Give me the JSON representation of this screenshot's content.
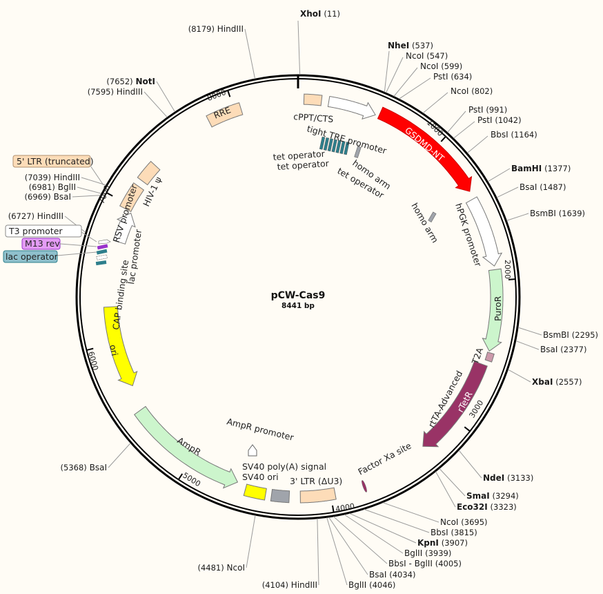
{
  "plasmid": {
    "name": "pCW-Cas9",
    "length_label": "8441 bp",
    "length": 8441
  },
  "ticks": [
    "1000",
    "2000",
    "3000",
    "4000",
    "5000",
    "6000",
    "7000",
    "8000"
  ],
  "features": [
    {
      "name": "cPPT/CTS",
      "start": 40,
      "end": 160,
      "color": "#fddcb8",
      "dir": "none"
    },
    {
      "name": "tight TRE promoter",
      "start": 210,
      "end": 540,
      "color": "#ffffff",
      "dir": "cw"
    },
    {
      "name": "GSDMD-NT",
      "start": 565,
      "end": 1370,
      "color": "#ff0000",
      "dir": "cw"
    },
    {
      "name": "hPGK promoter",
      "start": 1425,
      "end": 1900,
      "color": "#ffffff",
      "dir": "cw"
    },
    {
      "name": "PuroR",
      "start": 1925,
      "end": 2480,
      "color": "#ccf5cc",
      "dir": "cw"
    },
    {
      "name": "T2A",
      "start": 2490,
      "end": 2545,
      "color": "#cc99aa",
      "dir": "none"
    },
    {
      "name": "rtTA-Advanced",
      "start": 2580,
      "end": 3285,
      "color": "#993366",
      "dir": "cw"
    },
    {
      "name": "rTetR",
      "start": 2580,
      "end": 3285,
      "color": "#993366",
      "dir": "cw"
    },
    {
      "name": "Factor Xa site",
      "start": 3750,
      "end": 3770,
      "color": "#993366",
      "dir": "none"
    },
    {
      "name": "3' LTR (ΔU3)",
      "start": 3970,
      "end": 4205,
      "color": "#fddcb8",
      "dir": "none"
    },
    {
      "name": "SV40 poly(A) signal",
      "start": 4280,
      "end": 4400,
      "color": "#a0a4ab",
      "dir": "none"
    },
    {
      "name": "SV40 ori",
      "start": 4440,
      "end": 4580,
      "color": "#ffff00",
      "dir": "none"
    },
    {
      "name": "AmpR promoter",
      "start": 4590,
      "end": 4650,
      "color": "#ffffff",
      "dir": "ccw"
    },
    {
      "name": "AmpR",
      "start": 4645,
      "end": 5495,
      "color": "#ccf5cc",
      "dir": "ccw"
    },
    {
      "name": "ori",
      "start": 5670,
      "end": 6260,
      "color": "#ffff00",
      "dir": "ccw"
    },
    {
      "name": "CAP binding site",
      "start": 6560,
      "end": 6580,
      "color": "#2e7f8c",
      "dir": "none"
    },
    {
      "name": "lac promoter",
      "start": 6585,
      "end": 6615,
      "color": "#ffffff",
      "dir": "ccw"
    },
    {
      "name": "lac operator",
      "start": 6620,
      "end": 6640,
      "color": "#2e7f8c",
      "dir": "none"
    },
    {
      "name": "M13 rev",
      "start": 6645,
      "end": 6665,
      "color": "#9933cc",
      "dir": "none"
    },
    {
      "name": "T3 promoter",
      "start": 6675,
      "end": 6700,
      "color": "#ffffff",
      "dir": "cw"
    },
    {
      "name": "RSV promoter",
      "start": 6730,
      "end": 6955,
      "color": "#ffffff",
      "dir": "cw"
    },
    {
      "name": "5' LTR (truncated)",
      "start": 6965,
      "end": 7145,
      "color": "#fddcb8",
      "dir": "none"
    },
    {
      "name": "HIV-1 ψ",
      "start": 7190,
      "end": 7330,
      "color": "#fddcb8",
      "dir": "none"
    },
    {
      "name": "RRE",
      "start": 7810,
      "end": 8045,
      "color": "#fddcb8",
      "dir": "none"
    },
    {
      "name": "tet operator",
      "start": 0,
      "end": 0,
      "color": "#2e7f8c",
      "dir": "none"
    },
    {
      "name": "homo arm",
      "start": 0,
      "end": 0,
      "color": "#a0a4ab",
      "dir": "none"
    }
  ],
  "sites": [
    {
      "name": "XhoI",
      "pos": 11,
      "bold": true
    },
    {
      "name": "NheI",
      "pos": 537,
      "bold": true
    },
    {
      "name": "NcoI",
      "pos": 547,
      "bold": false
    },
    {
      "name": "NcoI",
      "pos": 599,
      "bold": false
    },
    {
      "name": "PstI",
      "pos": 634,
      "bold": false
    },
    {
      "name": "NcoI",
      "pos": 802,
      "bold": false
    },
    {
      "name": "PstI",
      "pos": 991,
      "bold": false
    },
    {
      "name": "PstI",
      "pos": 1042,
      "bold": false
    },
    {
      "name": "BbsI",
      "pos": 1164,
      "bold": false
    },
    {
      "name": "BamHI",
      "pos": 1377,
      "bold": true
    },
    {
      "name": "BsaI",
      "pos": 1487,
      "bold": false
    },
    {
      "name": "BsmBI",
      "pos": 1639,
      "bold": false
    },
    {
      "name": "BsmBI",
      "pos": 2295,
      "bold": false
    },
    {
      "name": "BsaI",
      "pos": 2377,
      "bold": false
    },
    {
      "name": "XbaI",
      "pos": 2557,
      "bold": true
    },
    {
      "name": "NdeI",
      "pos": 3133,
      "bold": true
    },
    {
      "name": "SmaI",
      "pos": 3294,
      "bold": true
    },
    {
      "name": "Eco32I",
      "pos": 3323,
      "bold": true
    },
    {
      "name": "NcoI",
      "pos": 3695,
      "bold": false
    },
    {
      "name": "BbsI",
      "pos": 3815,
      "bold": false
    },
    {
      "name": "KpnI",
      "pos": 3907,
      "bold": true
    },
    {
      "name": "BglII",
      "pos": 3939,
      "bold": false
    },
    {
      "name": "BbsI - BglII",
      "pos": 4005,
      "bold": false
    },
    {
      "name": "BsaI",
      "pos": 4034,
      "bold": false
    },
    {
      "name": "BglII",
      "pos": 4046,
      "bold": false
    },
    {
      "name": "HindIII",
      "pos": 4104,
      "bold": false
    },
    {
      "name": "NcoI",
      "pos": 4481,
      "bold": false
    },
    {
      "name": "BsaI",
      "pos": 5368,
      "bold": false
    },
    {
      "name": "HindIII",
      "pos": 6727,
      "bold": false
    },
    {
      "name": "BsaI",
      "pos": 6969,
      "bold": false
    },
    {
      "name": "BglII",
      "pos": 6981,
      "bold": false
    },
    {
      "name": "HindIII",
      "pos": 7039,
      "bold": false
    },
    {
      "name": "HindIII",
      "pos": 7595,
      "bold": false
    },
    {
      "name": "NotI",
      "pos": 7652,
      "bold": true
    },
    {
      "name": "HindIII",
      "pos": 8179,
      "bold": false
    }
  ],
  "colors": {
    "background": "#fffcf5",
    "backbone": "#000000",
    "leader": "#9a9a9a"
  }
}
